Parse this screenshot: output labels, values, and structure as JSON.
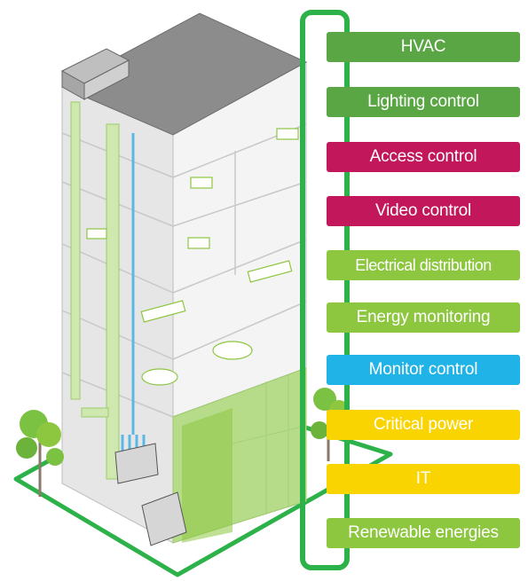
{
  "systems": [
    {
      "label": "HVAC",
      "color": "#5aa645"
    },
    {
      "label": "Lighting control",
      "color": "#5aa645"
    },
    {
      "label": "Access control",
      "color": "#c2185b"
    },
    {
      "label": "Video control",
      "color": "#c2185b"
    },
    {
      "label": "Electrical distribution",
      "color": "#8dc63f"
    },
    {
      "label": "Energy monitoring",
      "color": "#8dc63f"
    },
    {
      "label": "Monitor control",
      "color": "#1fb3e8"
    },
    {
      "label": "Critical power",
      "color": "#fad400"
    },
    {
      "label": "IT",
      "color": "#fad400"
    },
    {
      "label": "Renewable energies",
      "color": "#8dc63f"
    }
  ],
  "colors": {
    "frame": "#2db24a",
    "roof": "#8c8c8c",
    "wall_light": "#f2f2f2",
    "wall_shade": "#d9d9d9",
    "facade_green": "#b6dc8a",
    "duct_green": "#cfe8b0",
    "pipe_blue": "#5bb8e6",
    "tree_green": "#7cc242",
    "trunk": "#8a7a6a"
  }
}
